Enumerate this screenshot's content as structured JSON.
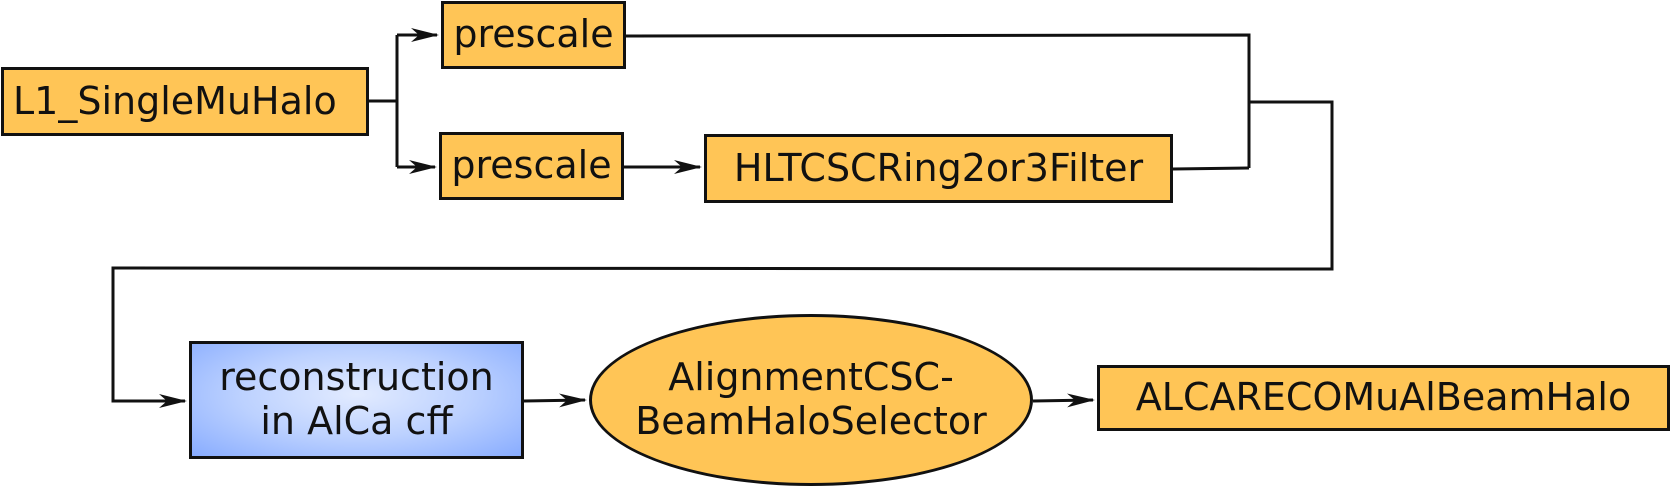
{
  "nodes": {
    "l1": "L1_SingleMuHalo",
    "prescale_top": "prescale",
    "prescale_bottom": "prescale",
    "hlt_filter": "HLTCSCRing2or3Filter",
    "reco_line1": "reconstruction",
    "reco_line2": "in AlCa cff",
    "selector_line1": "AlignmentCSC-",
    "selector_line2": "BeamHaloSelector",
    "output": "ALCARECOMuAlBeamHalo"
  },
  "colors": {
    "node_fill": "#ffc556",
    "reco_fill": "#88acff",
    "stroke": "#111111"
  }
}
